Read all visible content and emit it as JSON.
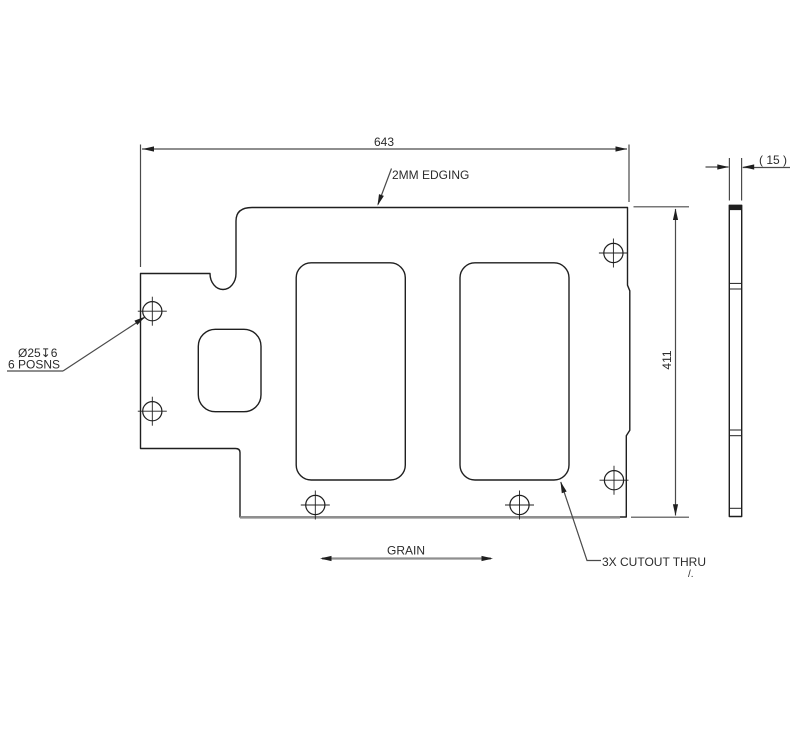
{
  "dims": {
    "width": "643",
    "height": "411",
    "thickness": "( 15 )"
  },
  "notes": {
    "edging": "2MM EDGING",
    "hole_spec": "Ø25↧6",
    "hole_positions": "6 POSNS",
    "grain": "GRAIN",
    "cutouts": "3X CUTOUT THRU",
    "flag_mark": "/."
  },
  "colors": {
    "background": "#ffffff",
    "line": "#1f1f1f",
    "dimension": "#4a4a4a",
    "heavy": "#8f8f8f",
    "text": "#2b2b2b"
  }
}
